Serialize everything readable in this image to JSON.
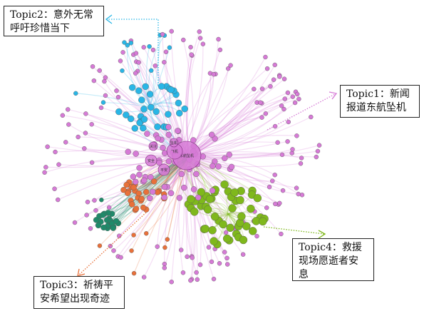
{
  "colors": {
    "topic1": "#d67ad6",
    "topic2": "#29b6e6",
    "topic3": "#e8703a",
    "topic4": "#7fb81c",
    "minor": "#1f8a6a"
  },
  "topics": [
    {
      "id": "topic1",
      "label": "Topic1：新闻报道东航坠机"
    },
    {
      "id": "topic2",
      "label": "Topic2：意外无常呼吁珍惜当下"
    },
    {
      "id": "topic3",
      "label": "Topic3：祈祷平安希望出现奇迹"
    },
    {
      "id": "topic4",
      "label": "Topic4：救援现场愿逝者安息"
    }
  ],
  "central_nodes": [
    "东航坠机",
    "飞机",
    "平安",
    "安全",
    "关注",
    "坠机"
  ]
}
